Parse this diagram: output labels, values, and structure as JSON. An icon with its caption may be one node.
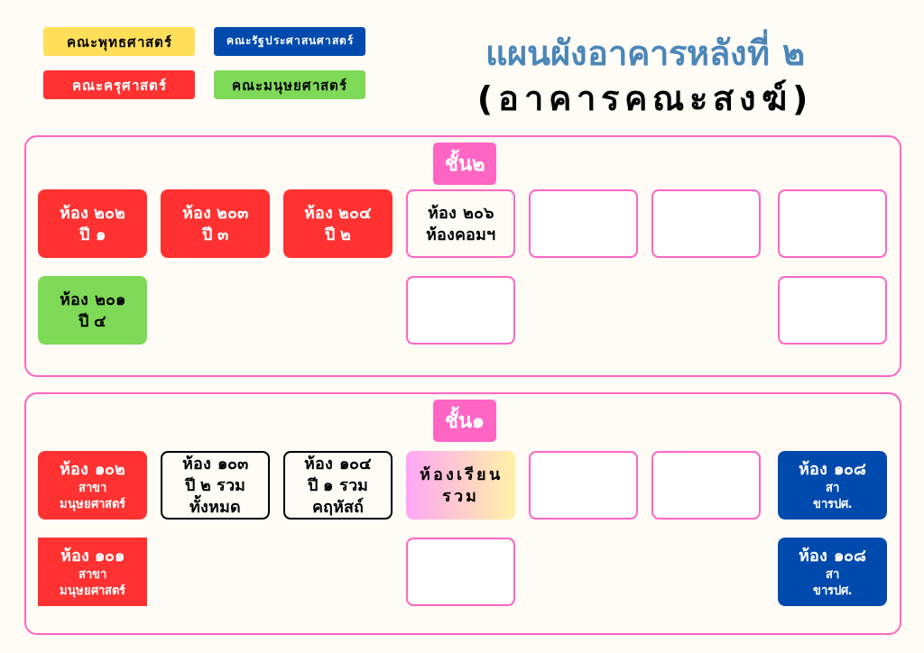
{
  "diagram": {
    "title": "แผนผังอาคารหลังที่ ๒",
    "nodes": [
      {
        "text": [
          "ชั้น๒"
        ]
      },
      {
        "text": [
          "ห้อง ๒๐๒",
          "ปี ๑"
        ],
        "in": 0
      },
      {
        "text": [
          "ห้อง ๒๐๓",
          "ปี ๓"
        ],
        "in": 0
      },
      {
        "text": [
          "ห้อง ๒๐๔",
          "ปี ๒"
        ],
        "in": 0
      },
      {
        "text": [
          "ห้อง ๒๐๖",
          "ห้องคอมฯ"
        ],
        "in": 0
      },
      {
        "text": [],
        "shape": "box",
        "in": 0
      },
      {
        "text": [],
        "shape": "box",
        "in": 0
      },
      {
        "text": [],
        "shape": "box",
        "in": 0
      },
      {
        "text": [
          "ห้อง ๒๐๑",
          "ปี ๔"
        ],
        "in": 0
      },
      {
        "text": [],
        "shape": "box",
        "in": 0
      },
      {
        "text": [],
        "shape": "box",
        "in": 0
      },
      {
        "text": [
          "ชั้น๑"
        ]
      },
      {
        "text": [
          "ห้อง ๑๐๒",
          "สาขามนุษยศาสตร์"
        ],
        "in": 11
      },
      {
        "text": [
          "ห้อง ๑๐๓",
          "ปี ๒ รวมทั้งหมด"
        ],
        "in": 11
      },
      {
        "text": [
          "ห้อง ๑๐๔",
          "ปี ๑ รวมคฤหัสถ์"
        ],
        "in": 11
      },
      {
        "text": [
          "ห้องเรียนรวม"
        ],
        "in": 11
      },
      {
        "text": [],
        "shape": "box",
        "in": 11
      },
      {
        "text": [],
        "shape": "box",
        "in": 11
      },
      {
        "text": [
          "ห้อง ๑๐๘",
          "สาขารปศ."
        ],
        "in": 11
      },
      {
        "text": [
          "ห้อง ๑๐๑",
          "สาขามนุษยศาสตร์"
        ],
        "in": 11
      },
      {
        "text": [],
        "shape": "box",
        "in": 11
      },
      {
        "text": [
          "ห้อง ๑๐๘",
          "สาขารปศ."
        ],
        "in": 11
      }
    ],
    "labels": [
      "(อาคารคณะสงฆ์)"
    ],
    "legend": [
      {
        "text": "คณะพุทธศาสตร์",
        "color": "#ffde59"
      },
      {
        "text": "คณะรัฐประศาสนศาสตร์",
        "color": "#004aad"
      },
      {
        "text": "คณะครุศาสตร์",
        "color": "#ff3131"
      },
      {
        "text": "คณะมนุษยศาสตร์",
        "color": "#7ed957"
      }
    ]
  }
}
